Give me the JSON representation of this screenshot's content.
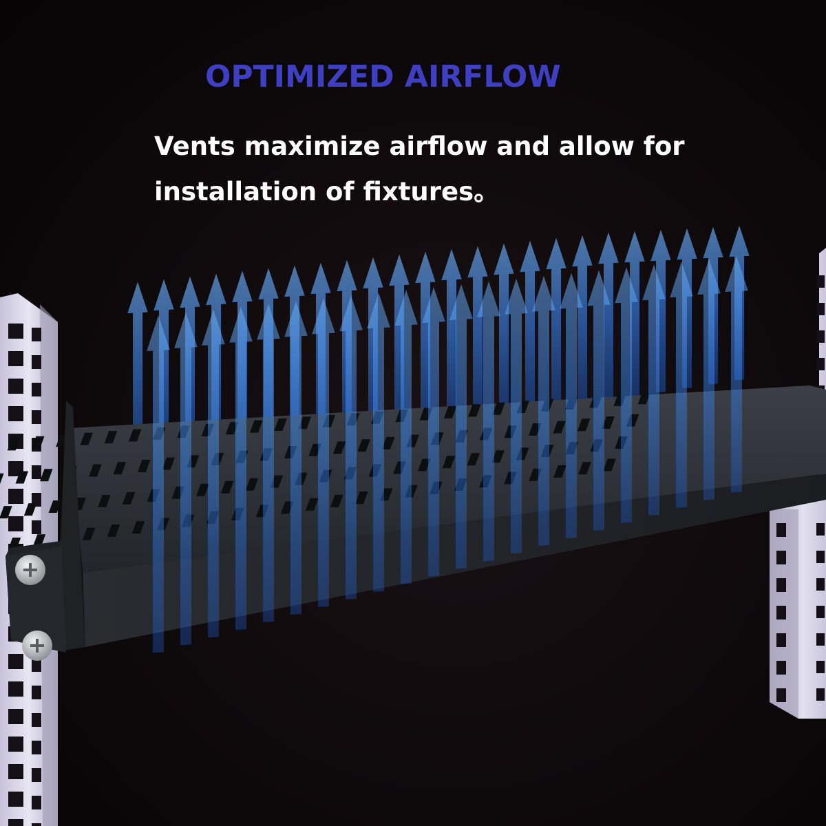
{
  "headline": "OPTIMIZED AIRFLOW",
  "caption": {
    "line1": "Vents maximize airflow and allow for",
    "line2": "installation of fixtures。"
  },
  "colors": {
    "background": "#0b0709",
    "headline": "#3f3fc4",
    "caption": "#ffffff",
    "rail": "#d6d2e6",
    "tray": "#2b2e33",
    "arrow": "#3b8cff"
  },
  "illustration": {
    "subject": "perforated rack shelf with airflow arrows",
    "icons": [
      "rack-rail",
      "vented-shelf",
      "airflow-arrow",
      "mounting-screw"
    ]
  }
}
